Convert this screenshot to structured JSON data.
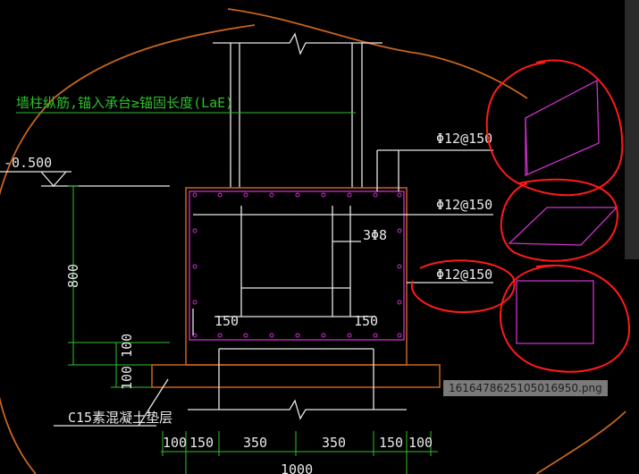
{
  "labels": {
    "anchor_note": "墙柱纵筋,锚入承台≥锚固长度(LaE)",
    "elevation": "-0.500",
    "rebar_top": "Φ12@150",
    "rebar_mid": "Φ12@150",
    "rebar_low": "Φ12@150",
    "stirrup": "3Φ8",
    "left_150": "150",
    "right_150": "150",
    "height_800": "800",
    "dim_100_100": "100 100",
    "cushion": "C15素混凝土垫层",
    "total_width": "1000"
  },
  "bottom_dims": [
    "100",
    "150",
    "350",
    "350",
    "150",
    "100"
  ],
  "watermark": "1616478625105016950.png",
  "colors": {
    "background": "#000000",
    "line_white": "#e8e8e8",
    "line_green": "#2fbf2f",
    "line_magenta": "#cc33cc",
    "line_orange": "#c8641e",
    "annotation_red": "#ff1a1a"
  }
}
